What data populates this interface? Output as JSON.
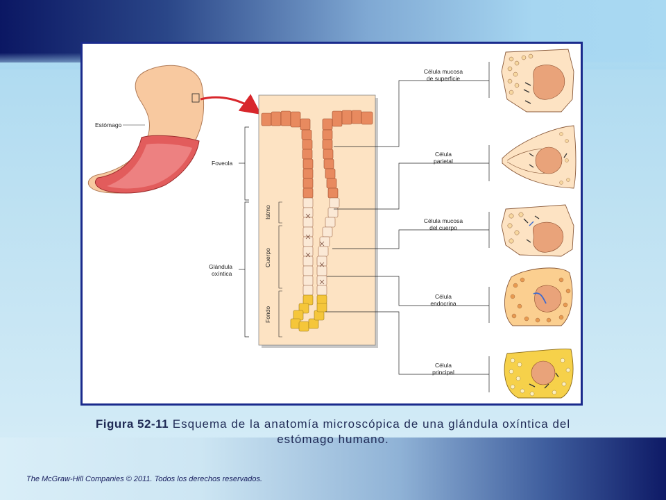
{
  "figure": {
    "labels": {
      "stomach": "Estómago",
      "foveola": "Foveola",
      "oxyntic_gland_line1": "Glándula",
      "oxyntic_gland_line2": "oxíntica",
      "isthmus": "Istmo",
      "body": "Cuerpo",
      "fundus": "Fondo"
    },
    "cells": [
      {
        "line1": "Célula mucosa",
        "line2": "de superficie"
      },
      {
        "line1": "Célula",
        "line2": "parietal"
      },
      {
        "line1": "Célula mucosa",
        "line2": "del cuerpo"
      },
      {
        "line1": "Célula",
        "line2": "endocrina"
      },
      {
        "line1": "Célula",
        "line2": "principal"
      }
    ]
  },
  "caption": {
    "figure_number": "Figura 52-11",
    "text": " Esquema de la anatomía microscópica de una glándula oxíntica del estómago humano."
  },
  "footer": {
    "copyright": "The McGraw-Hill Companies © 2011. Todos los derechos reservados."
  },
  "colors": {
    "frame_border": "#1a2a8c",
    "tissue_bg": "#fde3c3",
    "epithelial_cell": "#e88a5f",
    "chief_cell": "#f5c63a",
    "arrow": "#d8262b"
  }
}
